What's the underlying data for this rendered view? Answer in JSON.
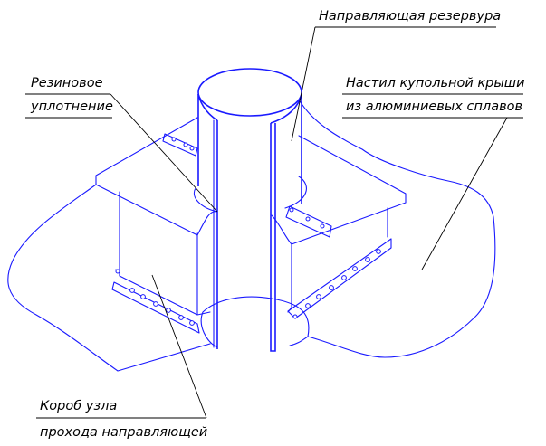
{
  "labels": {
    "guide": "Направляющая резервура",
    "deck_line1": "Настил купольной крыши",
    "deck_line2": "из алюминиевых сплавов",
    "seal_line1": "Резиновое",
    "seal_line2": "уплотнение",
    "box_line1": "Короб узла",
    "box_line2": "прохода направляющей"
  },
  "colors": {
    "drawing": "#1a1aff",
    "leader": "#000000"
  }
}
